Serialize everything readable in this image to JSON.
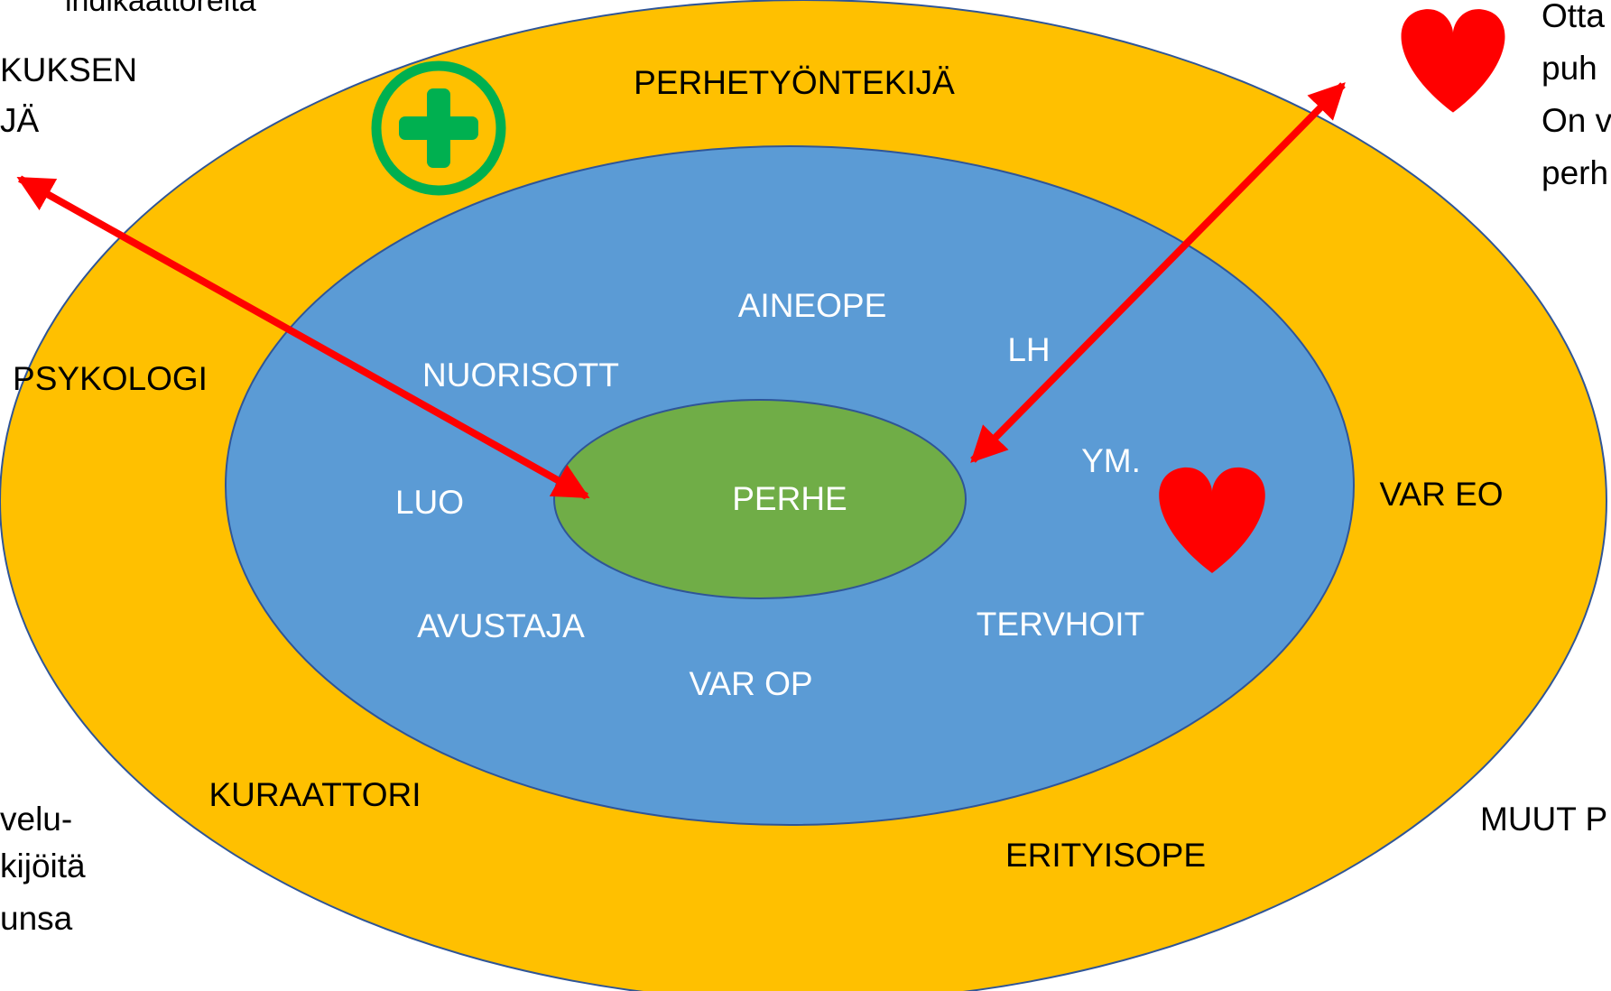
{
  "colors": {
    "outer_ring": "#FFC000",
    "middle_ring": "#5B9BD5",
    "center": "#70AD47",
    "ellipse_border": "#2F5597",
    "arrow": "#FF0000",
    "heart": "#FF0000",
    "health_icon": "#00B050",
    "text_dark": "#000000",
    "text_light": "#FFFFFF"
  },
  "icons": {
    "health": "green-cross-icon",
    "heart": "heart-icon"
  },
  "center": {
    "label": "PERHE"
  },
  "inner_ring": {
    "aineope": "AINEOPE",
    "nuorisott": "NUORISOTT",
    "lh": "LH",
    "ym": "YM.",
    "luo": "LUO",
    "avustaja": "AVUSTAJA",
    "tervhoit": "TERVHOIT",
    "var_op": "VAR OP"
  },
  "outer_ring": {
    "perhetyontekija": "PERHETYÖNTEKIJÄ",
    "psykologi": "PSYKOLOGI",
    "var_eo": "VAR EO",
    "kuraattori": "KURAATTORI",
    "erityisope": "ERITYISOPE"
  },
  "outside": {
    "top_left_fragment": "indikaattoreita",
    "left_top_line1": "KUKSEN",
    "left_top_line2": "JÄ",
    "left_bottom_line1": "velu-",
    "left_bottom_line2": "kijöitä",
    "left_bottom_line3": "unsa",
    "right_top_line1": "Otta",
    "right_top_line2": "puh",
    "right_top_line3": "On v",
    "right_top_line4": "perh",
    "right_bottom": "MUUT P",
    "bottom_fragment": "..."
  }
}
